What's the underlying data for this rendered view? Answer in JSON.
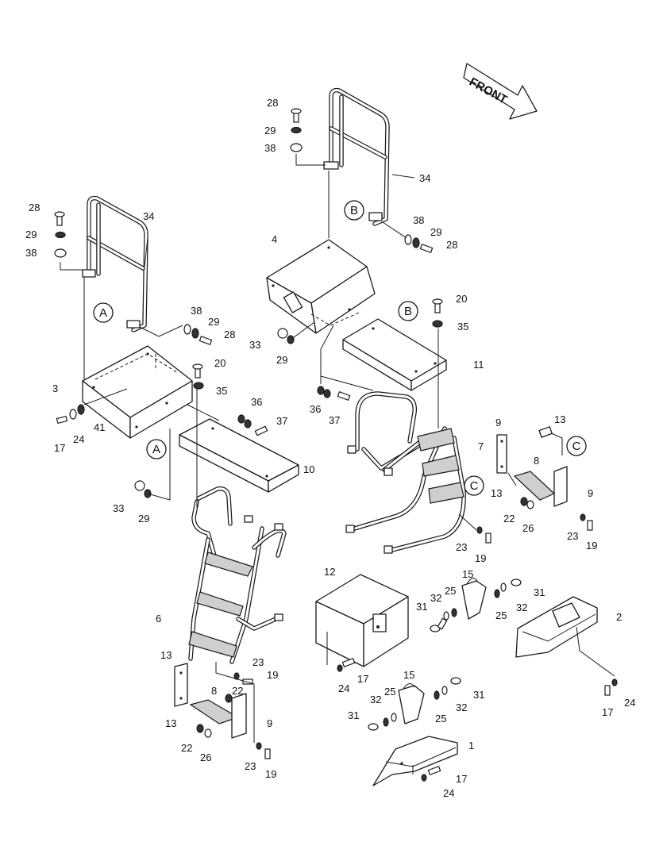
{
  "front_arrow": {
    "label": "FRONT"
  },
  "callouts": [
    {
      "id": "A",
      "label": "A"
    },
    {
      "id": "A2",
      "label": "A"
    },
    {
      "id": "B",
      "label": "B"
    },
    {
      "id": "B2",
      "label": "B"
    },
    {
      "id": "C",
      "label": "C"
    },
    {
      "id": "C2",
      "label": "C"
    }
  ],
  "part_labels": {
    "p1": "1",
    "p2": "2",
    "p3": "3",
    "p4": "4",
    "p6": "6",
    "p7": "7",
    "p8a": "8",
    "p8b": "8",
    "p9a": "9",
    "p9b": "9",
    "p9c": "9",
    "p9d": "9",
    "p10": "10",
    "p11": "11",
    "p12": "12",
    "p13a": "13",
    "p13b": "13",
    "p13c": "13",
    "p13d": "13",
    "p15a": "15",
    "p15b": "15",
    "p17a": "17",
    "p17b": "17",
    "p17c": "17",
    "p17d": "17",
    "p19a": "19",
    "p19b": "19",
    "p19c": "19",
    "p19d": "19",
    "p20a": "20",
    "p20b": "20",
    "p22a": "22",
    "p22b": "22",
    "p22c": "22",
    "p23a": "23",
    "p23b": "23",
    "p23c": "23",
    "p23d": "23",
    "p24a": "24",
    "p24b": "24",
    "p24c": "24",
    "p24d": "24",
    "p25a": "25",
    "p25b": "25",
    "p25c": "25",
    "p25d": "25",
    "p26a": "26",
    "p26b": "26",
    "p28a": "28",
    "p28b": "28",
    "p28c": "28",
    "p28d": "28",
    "p29a": "29",
    "p29b": "29",
    "p29c": "29",
    "p29d": "29",
    "p29e": "29",
    "p29f": "29",
    "p31a": "31",
    "p31b": "31",
    "p31c": "31",
    "p31d": "31",
    "p32a": "32",
    "p32b": "32",
    "p32c": "32",
    "p32d": "32",
    "p33a": "33",
    "p33b": "33",
    "p34a": "34",
    "p34b": "34",
    "p35a": "35",
    "p35b": "35",
    "p36a": "36",
    "p36b": "36",
    "p37a": "37",
    "p37b": "37",
    "p38a": "38",
    "p38b": "38",
    "p38c": "38",
    "p38d": "38",
    "p41": "41"
  }
}
